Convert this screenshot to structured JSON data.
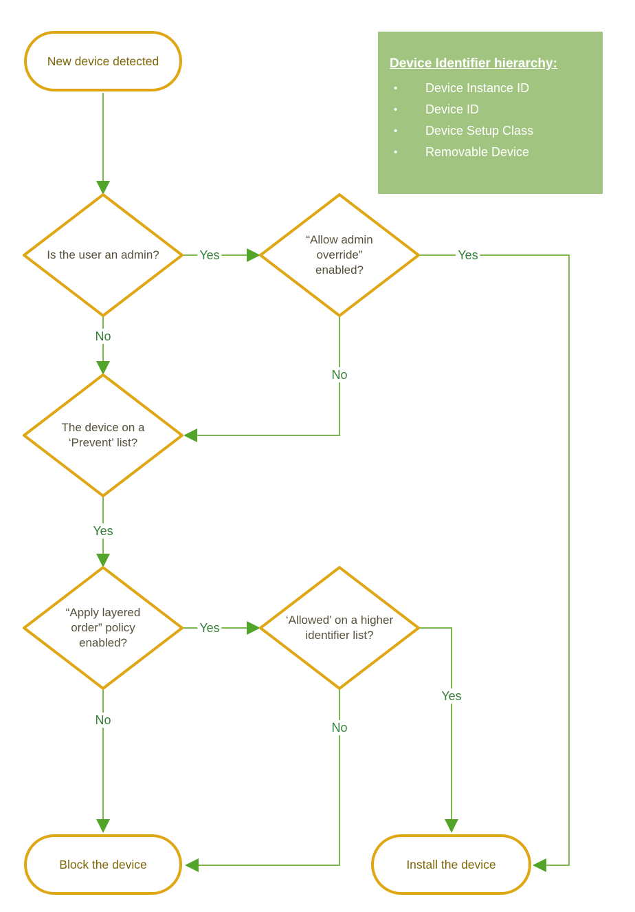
{
  "nodes": {
    "start": "New device detected",
    "admin": "Is the user an admin?",
    "override": "“Allow admin override” enabled?",
    "prevent": "The device on a ‘Prevent’ list?",
    "layered": "“Apply layered order” policy enabled?",
    "higher": "‘Allowed’ on a higher identifier list?",
    "block": "Block the device",
    "install": "Install the device"
  },
  "edge_labels": {
    "admin_yes": "Yes",
    "admin_no": "No",
    "override_yes": "Yes",
    "override_no": "No",
    "prevent_yes": "Yes",
    "layered_yes": "Yes",
    "layered_no": "No",
    "higher_yes": "Yes",
    "higher_no": "No"
  },
  "legend": {
    "title": "Device Identifier hierarchy:",
    "bullet": "•",
    "items": [
      "Device Instance ID",
      "Device ID",
      "Device Setup Class",
      "Removable Device"
    ]
  },
  "colors": {
    "node_border": "#DFA615",
    "terminal_text": "#7E6606",
    "diamond_text": "#55513B",
    "edge_line": "#7CB84E",
    "arrowhead": "#52A42B",
    "edge_label_text": "#337F36",
    "legend_background": "#A2C481",
    "legend_text": "#FFFFFF"
  }
}
